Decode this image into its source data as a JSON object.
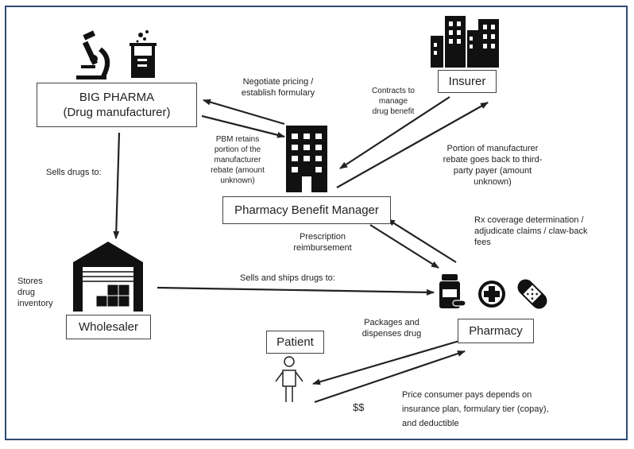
{
  "nodes": {
    "big_pharma": {
      "line1": "BIG PHARMA",
      "line2": "(Drug manufacturer)"
    },
    "insurer": "Insurer",
    "pbm": "Pharmacy Benefit Manager",
    "wholesaler": "Wholesaler",
    "pharmacy": "Pharmacy",
    "patient": "Patient"
  },
  "labels": {
    "negotiate": [
      "Negotiate pricing /",
      "establish formulary"
    ],
    "contracts": [
      "Contracts to",
      "manage",
      "drug benefit"
    ],
    "pbm_retains": [
      "PBM retains",
      "portion of the",
      "manufacturer",
      "rebate (amount",
      "unknown)"
    ],
    "portion_back": [
      "Portion of manufacturer",
      "rebate goes back to third-",
      "party payer (amount",
      "unknown)"
    ],
    "sells_drugs": "Sells drugs to:",
    "stores": [
      "Stores",
      "drug",
      "inventory"
    ],
    "sells_ships": "Sells and ships drugs to:",
    "prescription": [
      "Prescription",
      "reimbursement"
    ],
    "rx_coverage": [
      "Rx coverage determination /",
      "adjudicate claims / claw-back",
      "fees"
    ],
    "packages": [
      "Packages and",
      "dispenses drug"
    ],
    "dollars": "$$",
    "price": [
      "Price consumer pays depends on",
      "insurance plan, formulary tier (copay),",
      "and deductible"
    ]
  }
}
